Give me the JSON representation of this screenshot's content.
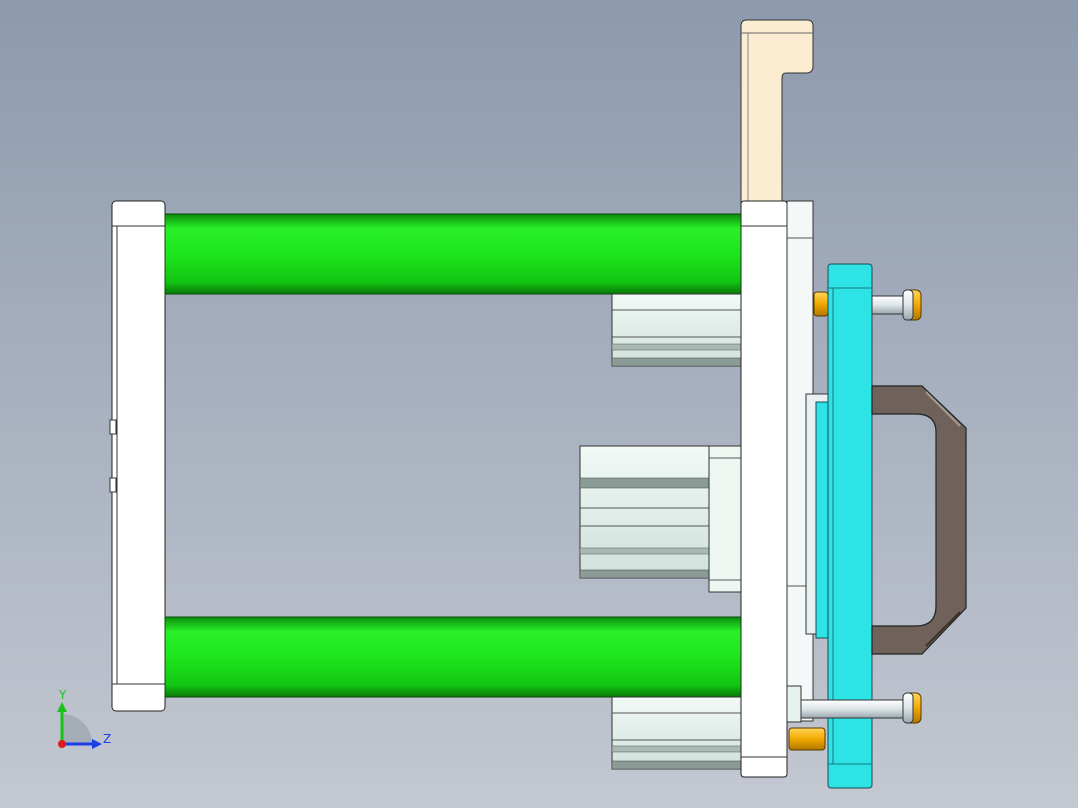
{
  "viewport": {
    "background_top": "#8d9aad",
    "background_bottom": "#c3c8d1"
  },
  "model": {
    "parts": [
      {
        "name": "left-end-plate",
        "color": "#ffffff"
      },
      {
        "name": "guide-rod-top",
        "color": "#1ee61e"
      },
      {
        "name": "guide-rod-bottom",
        "color": "#1ee61e"
      },
      {
        "name": "mounting-plate",
        "color": "#ffffff"
      },
      {
        "name": "top-bracket",
        "color": "#fbecd2"
      },
      {
        "name": "cylinder-body-top",
        "color": "#e6f2ee"
      },
      {
        "name": "cylinder-body-middle",
        "color": "#e6f2ee"
      },
      {
        "name": "cylinder-body-bottom",
        "color": "#e6f2ee"
      },
      {
        "name": "front-plate",
        "color": "#2ee3e6"
      },
      {
        "name": "handle",
        "color": "#6e625a"
      },
      {
        "name": "bolt-top",
        "color": "#dde5e8"
      },
      {
        "name": "bolt-bottom",
        "color": "#dde5e8"
      },
      {
        "name": "pin-top",
        "color": "#f2a800"
      },
      {
        "name": "pin-bottom",
        "color": "#f2a800"
      }
    ]
  },
  "triad": {
    "y_label": "Y",
    "z_label": "Z",
    "y_color": "#1cc21c",
    "z_color": "#1a3ee8",
    "x_color": "#e01a1a"
  }
}
